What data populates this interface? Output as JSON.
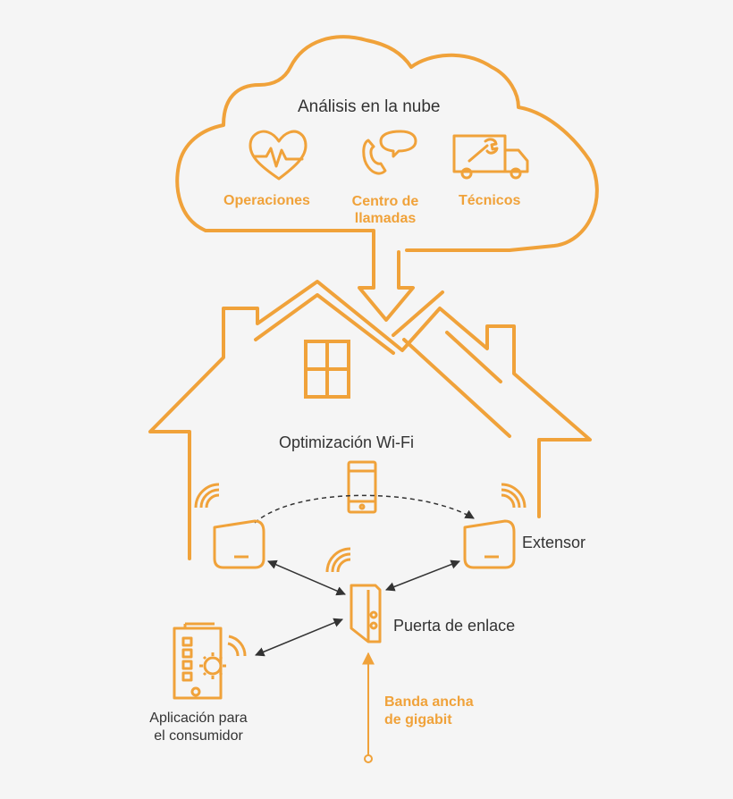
{
  "colors": {
    "accent": "#f0a23a",
    "text": "#333333",
    "background": "#f5f5f5",
    "arrow": "#333333"
  },
  "cloud": {
    "title": "Análisis en la nube",
    "items": [
      {
        "label": "Operaciones",
        "icon": "heart-pulse-icon"
      },
      {
        "label_line1": "Centro de",
        "label_line2": "llamadas",
        "icon": "phone-chat-icon"
      },
      {
        "label": "Técnicos",
        "icon": "service-truck-icon"
      }
    ]
  },
  "house": {
    "wifi_title": "Optimización Wi-Fi",
    "extensor_label": "Extensor",
    "gateway_label": "Puerta de enlace"
  },
  "app": {
    "label_line1": "Aplicación para",
    "label_line2": "el consumidor",
    "icon": "app-settings-icon"
  },
  "broadband": {
    "label_line1": "Banda ancha",
    "label_line2": "de gigabit"
  }
}
